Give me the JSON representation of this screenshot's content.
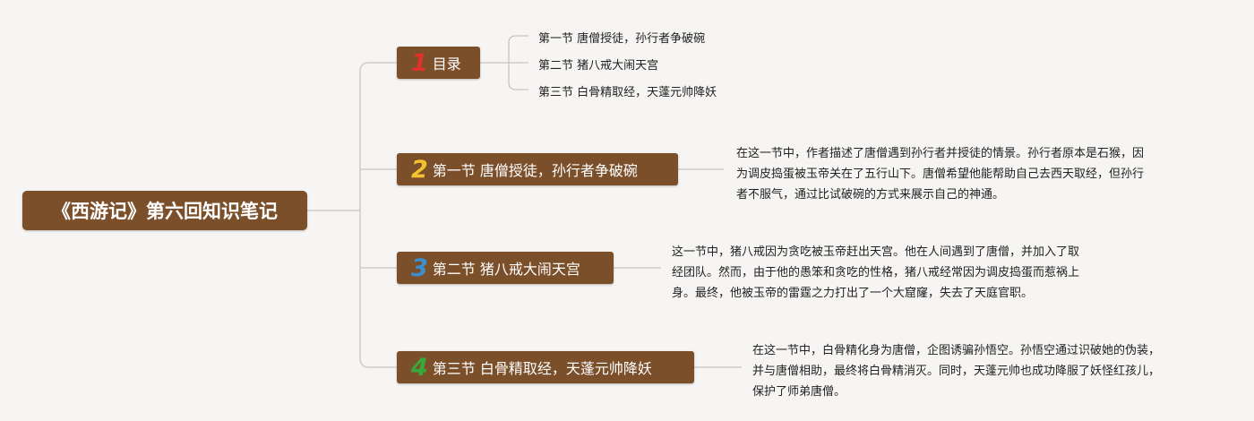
{
  "root": {
    "title": "《西游记》第六回知识笔记"
  },
  "branches": [
    {
      "num": "1",
      "label": "目录",
      "color": "#e0322b"
    },
    {
      "num": "2",
      "label": "第一节 唐僧授徒，孙行者争破碗",
      "color": "#f2c12e"
    },
    {
      "num": "3",
      "label": "第二节 猪八戒大闹天宫",
      "color": "#3b8fd1"
    },
    {
      "num": "4",
      "label": "第三节 白骨精取经，天蓬元帅降妖",
      "color": "#38a83a"
    }
  ],
  "toc": [
    "第一节 唐僧授徒，孙行者争破碗",
    "第二节 猪八戒大闹天宫",
    "第三节 白骨精取经，天蓬元帅降妖"
  ],
  "notes": [
    {
      "lines": [
        "在这一节中，作者描述了唐僧遇到孙行者并授徒的情景。孙行者原本是石猴，因",
        "为调皮捣蛋被玉帝关在了五行山下。唐僧希望他能帮助自己去西天取经，但孙行",
        "者不服气，通过比试破碗的方式来展示自己的神通。"
      ]
    },
    {
      "lines": [
        "这一节中，猪八戒因为贪吃被玉帝赶出天宫。他在人间遇到了唐僧，并加入了取",
        "经团队。然而，由于他的愚笨和贪吃的性格，猪八戒经常因为调皮捣蛋而惹祸上",
        "身。最终，他被玉帝的雷霆之力打出了一个大窟窿，失去了天庭官职。"
      ]
    },
    {
      "lines": [
        "在这一节中，白骨精化身为唐僧，企图诱骗孙悟空。孙悟空通过识破她的伪装，",
        "并与唐僧相助，最终将白骨精消灭。同时，天蓬元帅也成功降服了妖怪红孩儿，",
        "保护了师弟唐僧。"
      ]
    }
  ]
}
